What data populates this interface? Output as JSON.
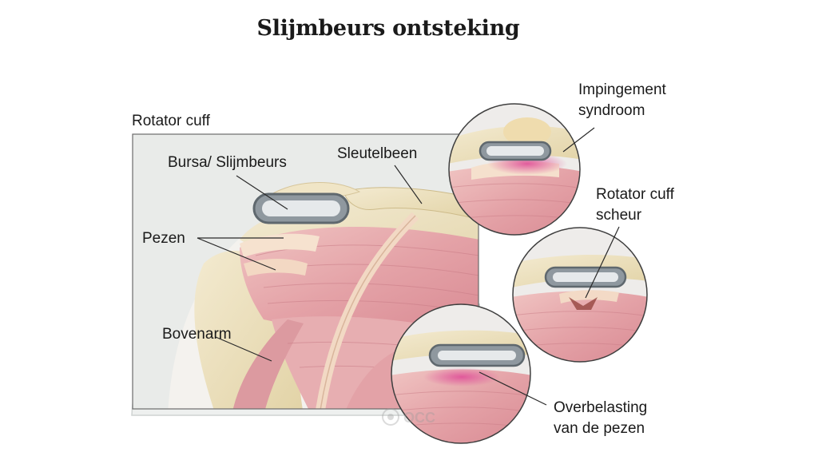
{
  "title": "Slijmbeurs ontsteking",
  "labels": {
    "rotator_cuff": "Rotator cuff",
    "bursa": "Bursa/ Slijmbeurs",
    "sleutelbeen": "Sleutelbeen",
    "pezen": "Pezen",
    "bovenarm": "Bovenarm",
    "impingement_line1": "Impingement",
    "impingement_line2": "syndroom",
    "scheur_line1": "Rotator cuff",
    "scheur_line2": "scheur",
    "overbelasting_line1": "Overbelasting",
    "overbelasting_line2": "van de pezen"
  },
  "watermark": {
    "logo_text": "OCC"
  },
  "colors": {
    "muscle": "#e8a9ae",
    "tendon": "#f3ddc6",
    "bone": "#ece1bf",
    "bursa": "#9ea7ae",
    "inflamed": "#e0559a",
    "frame": "#555555"
  }
}
